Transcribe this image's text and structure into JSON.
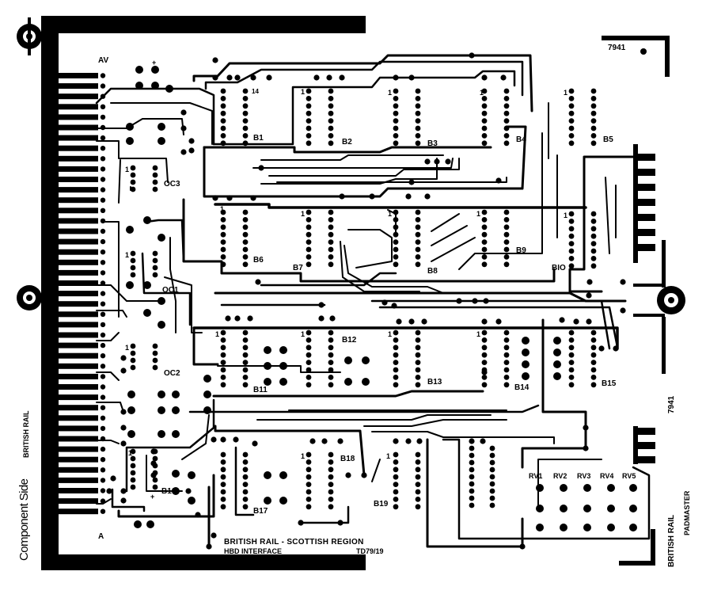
{
  "board": {
    "artwork_number": "7941",
    "side_label": "Component Side",
    "maker_left": "BRITISH RAIL",
    "maker_right": "BRITISH RAIL",
    "padmaster": "PADMASTER",
    "title_line1": "BRITISH RAIL - SCOTTISH REGION",
    "title_line2": "HBD INTERFACE",
    "drawing_ref": "TD79/19",
    "edge_label_av": "AV",
    "edge_label_a": "A"
  },
  "components": {
    "B1": "B1",
    "B2": "B2",
    "B3": "B3",
    "B4": "B4",
    "B5": "B5",
    "B6": "B6",
    "B7": "B7",
    "B8": "B8",
    "B9": "B9",
    "B10": "BIO",
    "B11": "B11",
    "B12": "B12",
    "B13": "B13",
    "B14": "B14",
    "B15": "B15",
    "B16": "B16",
    "B17": "B17",
    "B18": "B18",
    "B19": "B19",
    "OC1": "OC1",
    "OC2": "OC2",
    "OC3": "OC3",
    "RV1": "RV1",
    "RV2": "RV2",
    "RV3": "RV3",
    "RV4": "RV4",
    "RV5": "RV5"
  },
  "pin_marks": {
    "pin1": "1",
    "pin14": "14",
    "plus": "+"
  },
  "colors": {
    "copper": "#000000",
    "substrate": "#ffffff"
  }
}
